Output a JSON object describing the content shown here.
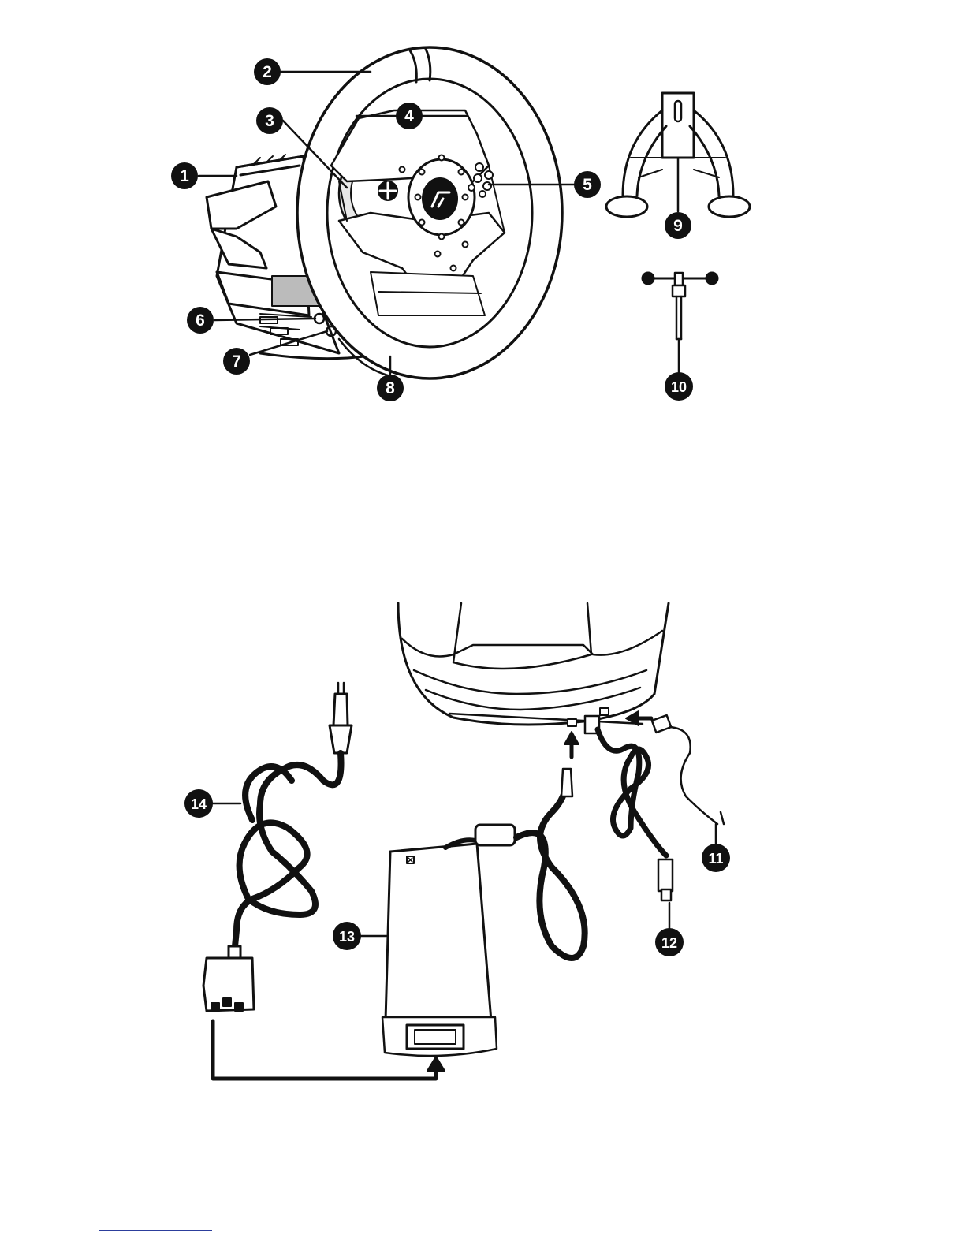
{
  "figure_1": {
    "callouts": [
      {
        "id": "callout-1",
        "label": "1"
      },
      {
        "id": "callout-2",
        "label": "2"
      },
      {
        "id": "callout-3",
        "label": "3"
      },
      {
        "id": "callout-4",
        "label": "4"
      },
      {
        "id": "callout-5",
        "label": "5"
      },
      {
        "id": "callout-6",
        "label": "6"
      },
      {
        "id": "callout-7",
        "label": "7"
      },
      {
        "id": "callout-8",
        "label": "8"
      },
      {
        "id": "callout-9",
        "label": "9"
      },
      {
        "id": "callout-10",
        "label": "10"
      }
    ]
  },
  "figure_2": {
    "callouts": [
      {
        "id": "callout-11",
        "label": "11"
      },
      {
        "id": "callout-12",
        "label": "12"
      },
      {
        "id": "callout-13",
        "label": "13"
      },
      {
        "id": "callout-14",
        "label": "14"
      }
    ]
  },
  "colors": {
    "line": "#111111",
    "background": "#ffffff",
    "footnote_rule": "#2c3e9c"
  }
}
